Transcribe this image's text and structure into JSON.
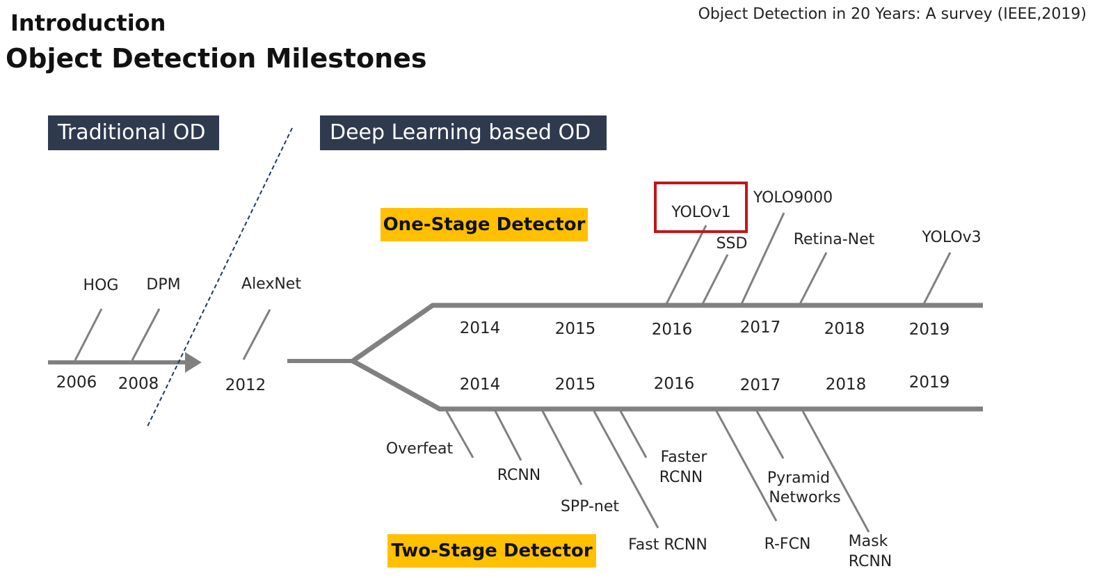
{
  "header": {
    "section": "Introduction",
    "title": "Object Detection Milestones",
    "citation": "Object Detection in 20 Years: A survey (IEEE,2019)"
  },
  "eras": {
    "traditional": "Traditional OD",
    "deep_learning": "Deep Learning based OD"
  },
  "stages": {
    "one_stage": "One-Stage Detector",
    "two_stage": "Two-Stage Detector"
  },
  "traditional_timeline": {
    "years": [
      "2006",
      "2008",
      "2012"
    ],
    "milestones": [
      "HOG",
      "DPM",
      "AlexNet"
    ]
  },
  "one_stage_timeline": {
    "years": [
      "2014",
      "2015",
      "2016",
      "2017",
      "2018",
      "2019"
    ],
    "milestones": [
      "YOLOv1",
      "SSD",
      "YOLO9000",
      "Retina-Net",
      "YOLOv3"
    ],
    "highlighted": "YOLOv1"
  },
  "two_stage_timeline": {
    "years": [
      "2014",
      "2015",
      "2016",
      "2017",
      "2018",
      "2019"
    ],
    "milestones": {
      "overfeat": "Overfeat",
      "rcnn": "RCNN",
      "sppnet": "SPP-net",
      "fast_rcnn": "Fast RCNN",
      "faster_rcnn": [
        "Faster",
        "RCNN"
      ],
      "rfcn": "R-FCN",
      "fpn": [
        "Pyramid",
        "Networks"
      ],
      "mask_rcnn": [
        "Mask",
        "RCNN"
      ]
    }
  },
  "colors": {
    "timeline": "#808080",
    "era_box": "#2f3a4f",
    "stage_box": "#ffc000",
    "highlight": "#c0171c",
    "divider": "#1f3864"
  }
}
